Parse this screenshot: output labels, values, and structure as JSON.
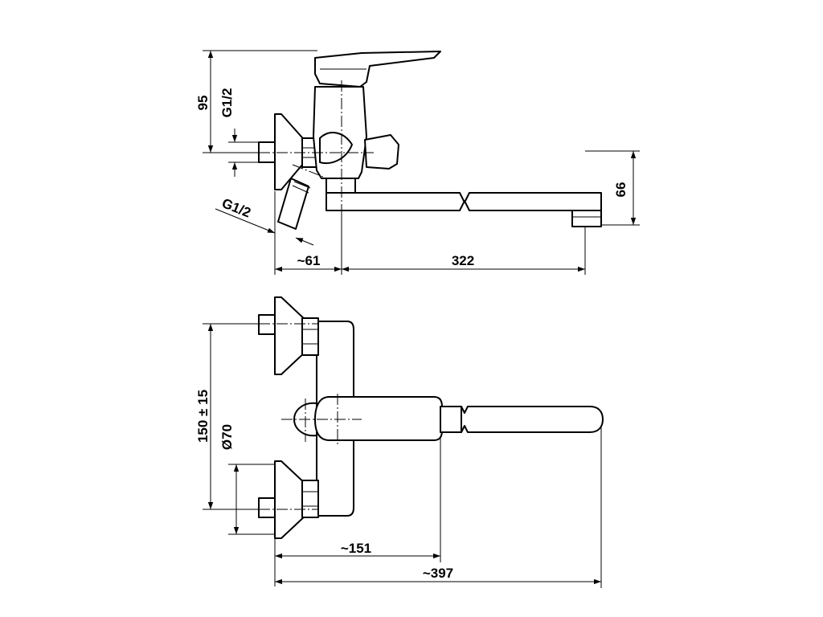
{
  "side_view": {
    "dimensions": {
      "height_top": "95",
      "inlet_thread_top": "G1/2",
      "inlet_thread_angled": "G1/2",
      "outlet_height": "66",
      "offset_left": "~61",
      "spout_length": "322"
    }
  },
  "plan_view": {
    "dimensions": {
      "inlet_spacing": "150 ± 15",
      "rosette_diameter": "Ø70",
      "body_projection": "~151",
      "total_projection": "~397"
    }
  }
}
